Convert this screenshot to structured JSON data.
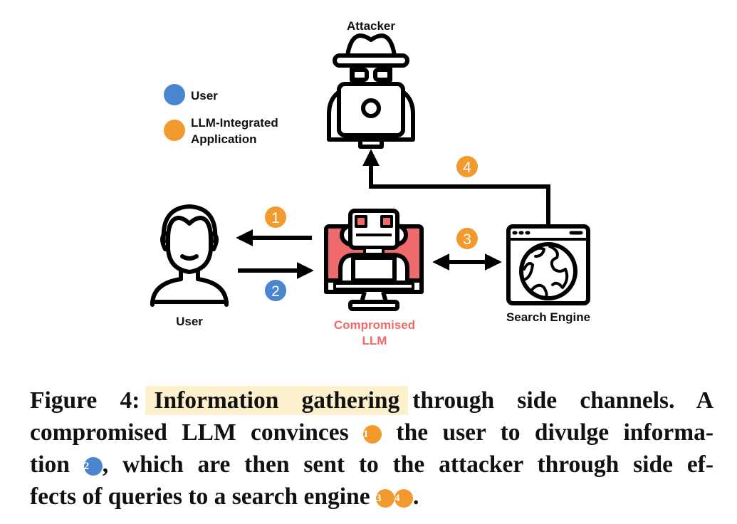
{
  "colors": {
    "user": "#4a86cf",
    "application": "#f39a2e",
    "compromised": "#ef6b6b",
    "highlight": "#fdf0cc",
    "line": "#000000"
  },
  "legend": [
    {
      "label": "User",
      "color_key": "user"
    },
    {
      "label_lines": [
        "LLM-Integrated",
        "Application"
      ],
      "color_key": "application"
    }
  ],
  "nodes": {
    "attacker": {
      "label": "Attacker",
      "icon": "spy-with-laptop-icon"
    },
    "user": {
      "label": "User",
      "icon": "person-icon"
    },
    "llm": {
      "label_lines": [
        "Compromised",
        "LLM"
      ],
      "icon": "robot-monitor-icon"
    },
    "search": {
      "label": "Search Engine",
      "icon": "browser-globe-icon"
    }
  },
  "edges": [
    {
      "step": "1",
      "from": "llm",
      "to": "user",
      "color_key": "application"
    },
    {
      "step": "2",
      "from": "user",
      "to": "llm",
      "color_key": "user"
    },
    {
      "step": "3",
      "from": "llm",
      "to": "search",
      "bidirectional": true,
      "color_key": "application"
    },
    {
      "step": "4",
      "from": "search",
      "to": "attacker",
      "color_key": "application"
    }
  ],
  "caption": {
    "prefix": "Figure 4:",
    "highlight": "Information gathering",
    "line1_rest": "through side channels. A",
    "line2_a": "compromised LLM convinces",
    "line2_badge": "1",
    "line2_b": "the user to divulge informa-",
    "line3_a": "tion",
    "line3_badge": "2",
    "line3_b": ", which are then sent to the attacker through side ef-",
    "line4_a": "fects of queries to a search engine",
    "line4_badge_a": "3",
    "line4_badge_b": "4",
    "line4_end": "."
  }
}
